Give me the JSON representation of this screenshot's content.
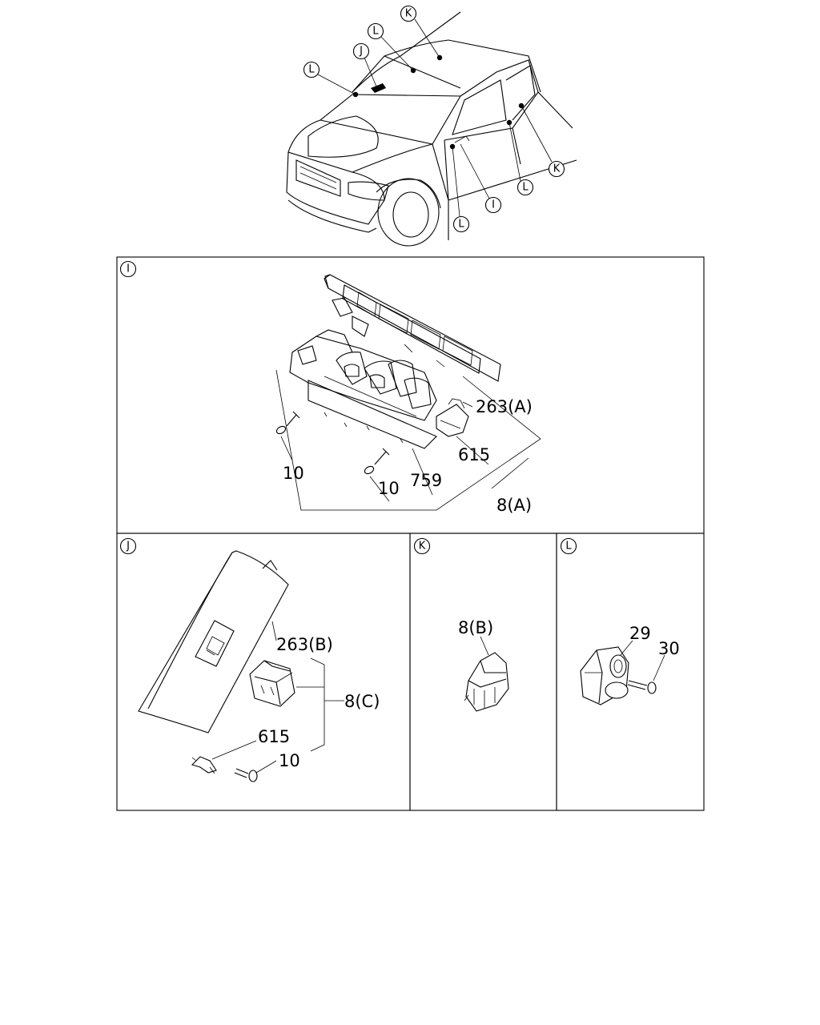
{
  "vehicle_callouts": [
    "K",
    "L",
    "J",
    "L",
    "K",
    "L",
    "I",
    "L"
  ],
  "panels": {
    "I": {
      "letter": "I",
      "labels": [
        "263(A)",
        "615",
        "759",
        "8(A)",
        "10",
        "10"
      ]
    },
    "J": {
      "letter": "J",
      "labels": [
        "263(B)",
        "8(C)",
        "615",
        "10"
      ]
    },
    "K": {
      "letter": "K",
      "labels": [
        "8(B)"
      ]
    },
    "L": {
      "letter": "L",
      "labels": [
        "29",
        "30"
      ]
    }
  }
}
